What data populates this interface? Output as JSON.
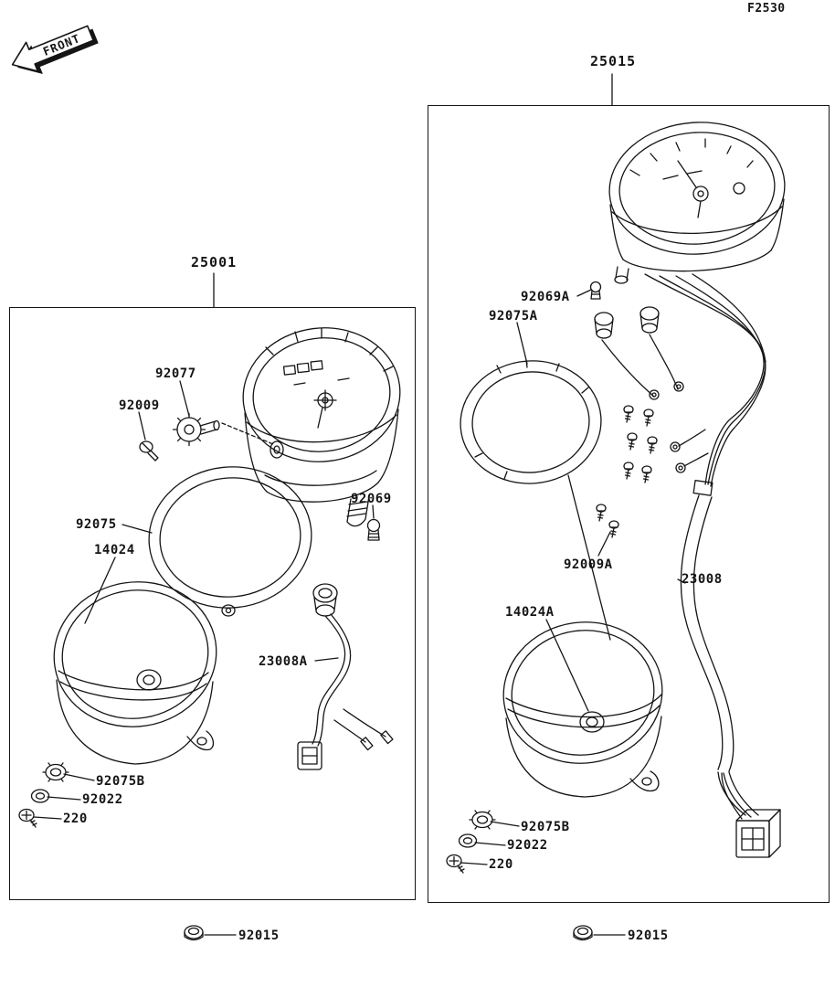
{
  "figure_code": "F2530",
  "front_marker": "FRONT",
  "colors": {
    "line": "#151515",
    "background": "#ffffff"
  },
  "assemblies": [
    {
      "box_label": "25001",
      "parts": [
        {
          "label": "92077"
        },
        {
          "label": "92009"
        },
        {
          "label": "92075"
        },
        {
          "label": "14024"
        },
        {
          "label": "92069"
        },
        {
          "label": "23008A"
        },
        {
          "label": "92075B"
        },
        {
          "label": "92022"
        },
        {
          "label": "220"
        }
      ]
    },
    {
      "box_label": "25015",
      "parts": [
        {
          "label": "92069A"
        },
        {
          "label": "92075A"
        },
        {
          "label": "92009A"
        },
        {
          "label": "23008"
        },
        {
          "label": "14024A"
        },
        {
          "label": "92075B"
        },
        {
          "label": "92022"
        },
        {
          "label": "220"
        }
      ]
    }
  ],
  "fasteners": [
    {
      "label": "92015"
    },
    {
      "label": "92015"
    }
  ]
}
